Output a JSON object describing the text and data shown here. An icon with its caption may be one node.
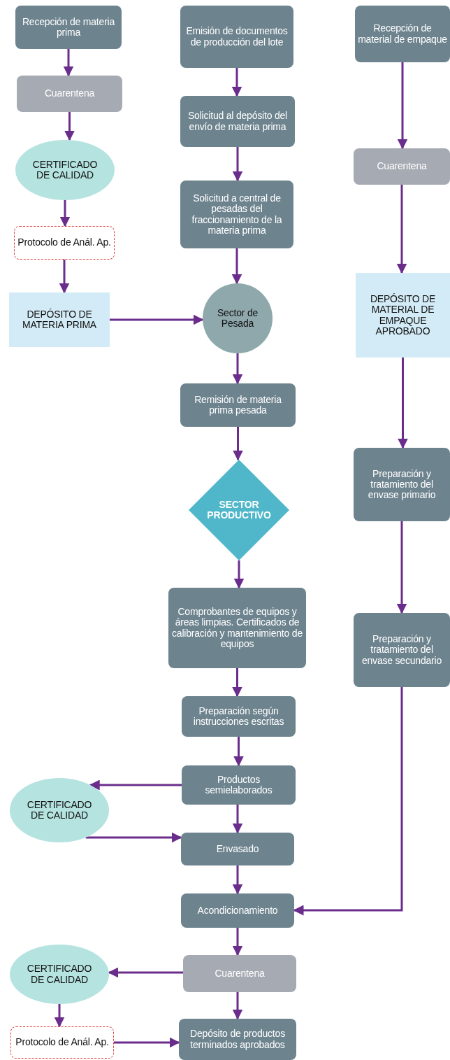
{
  "diagram": {
    "nodes": [
      {
        "text": [
          "Recepción de materia prima"
        ]
      },
      {
        "text": [
          "Cuarentena"
        ]
      },
      {
        "text": [
          "CERTIFICADO DE CALIDAD"
        ]
      },
      {
        "text": [
          "Protocolo de Anál. Ap."
        ]
      },
      {
        "text": [
          "DEPÓSITO DE MATERIA PRIMA"
        ]
      },
      {
        "text": [
          "Emisión de documentos de producción del lote"
        ]
      },
      {
        "text": [
          "Solicitud al depósito del envío de materia prima"
        ]
      },
      {
        "text": [
          "Solicitud a central de pesadas del fraccionamiento de la materia prima"
        ]
      },
      {
        "text": [
          "Sector de Pesada"
        ]
      },
      {
        "text": [
          "Remisión de materia prima pesada"
        ]
      },
      {
        "text": [
          "SECTOR PRODUCTIVO"
        ]
      },
      {
        "text": [
          "Comprobantes de equipos y áreas limpias. Certificados de calibración y mantenimiento de equipos"
        ]
      },
      {
        "text": [
          "Preparación según instrucciones escritas"
        ]
      },
      {
        "text": [
          "Productos semielaborados"
        ]
      },
      {
        "text": [
          "CERTIFICADO DE CALIDAD"
        ]
      },
      {
        "text": [
          "Envasado"
        ]
      },
      {
        "text": [
          "Acondicionamiento"
        ]
      },
      {
        "text": [
          "Cuarentena"
        ]
      },
      {
        "text": [
          "CERTIFICADO DE CALIDAD"
        ]
      },
      {
        "text": [
          "Protocolo de Anál. Ap."
        ]
      },
      {
        "text": [
          "Depósito de productos terminados aprobados"
        ]
      },
      {
        "text": [
          "Recepción de material de empaque"
        ]
      },
      {
        "text": [
          "Cuarentena"
        ]
      },
      {
        "text": [
          "DEPÓSITO DE MATERIAL DE EMPAQUE APROBADO"
        ]
      },
      {
        "text": [
          "Preparación y tratamiento del envase primario"
        ]
      },
      {
        "text": [
          "Preparación y tratamiento del envase secundario"
        ]
      }
    ],
    "edges": [
      {
        "from": 0,
        "to": 1,
        "arrow": "to"
      },
      {
        "from": 1,
        "to": 2,
        "arrow": "to"
      },
      {
        "from": 2,
        "to": 3,
        "arrow": "to"
      },
      {
        "from": 3,
        "to": 4,
        "arrow": "to"
      },
      {
        "from": 4,
        "to": 8,
        "arrow": "to"
      },
      {
        "from": 5,
        "to": 6,
        "arrow": "to"
      },
      {
        "from": 6,
        "to": 7,
        "arrow": "to"
      },
      {
        "from": 7,
        "to": 8,
        "arrow": "to"
      },
      {
        "from": 8,
        "to": 9,
        "arrow": "to"
      },
      {
        "from": 9,
        "to": 10,
        "arrow": "to"
      },
      {
        "from": 10,
        "to": 11,
        "arrow": "to"
      },
      {
        "from": 11,
        "to": 12,
        "arrow": "to"
      },
      {
        "from": 12,
        "to": 13,
        "arrow": "to"
      },
      {
        "from": 13,
        "to": 14,
        "arrow": "to"
      },
      {
        "from": 14,
        "to": 15,
        "arrow": "to"
      },
      {
        "from": 13,
        "to": 15,
        "arrow": "to"
      },
      {
        "from": 15,
        "to": 16,
        "arrow": "to"
      },
      {
        "from": 16,
        "to": 17,
        "arrow": "to"
      },
      {
        "from": 17,
        "to": 18,
        "arrow": "to"
      },
      {
        "from": 17,
        "to": 20,
        "arrow": "to"
      },
      {
        "from": 18,
        "to": 19,
        "arrow": "to"
      },
      {
        "from": 19,
        "to": 20,
        "arrow": "to"
      },
      {
        "from": 21,
        "to": 22,
        "arrow": "to"
      },
      {
        "from": 22,
        "to": 23,
        "arrow": "to"
      },
      {
        "from": 23,
        "to": 24,
        "arrow": "to"
      },
      {
        "from": 24,
        "to": 25,
        "arrow": "to"
      },
      {
        "from": 25,
        "to": 16,
        "arrow": "to"
      }
    ]
  }
}
